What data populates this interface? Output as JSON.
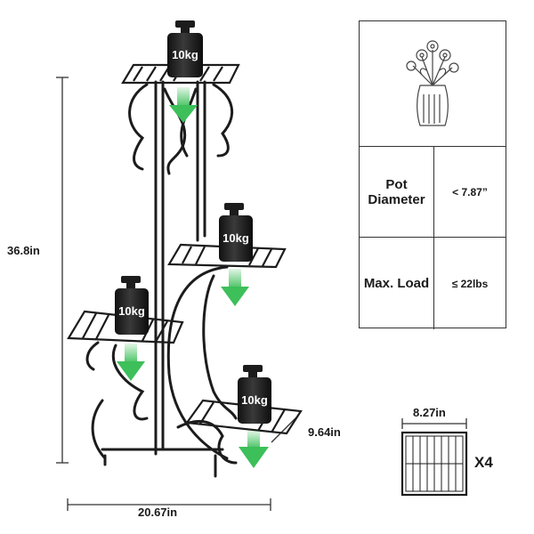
{
  "dimensions": {
    "height": "36.8in",
    "width": "20.67in",
    "depth": "9.64in",
    "shelf_size": "8.27in"
  },
  "weights": [
    "10kg",
    "10kg",
    "10kg",
    "10kg"
  ],
  "specs": {
    "pot_diameter_label": "Pot\nDiameter",
    "pot_diameter_value": "< 7.87”",
    "max_load_label": "Max. Load",
    "max_load_value": "≤ 22lbs"
  },
  "shelf_quantity": "X4",
  "colors": {
    "metal": "#1c1c1c",
    "arrow": "#3dbf5a",
    "line": "#333333"
  },
  "icons": [
    "flower-vase-icon",
    "weight-icon",
    "arrow-down-icon",
    "shelf-grid-icon"
  ]
}
